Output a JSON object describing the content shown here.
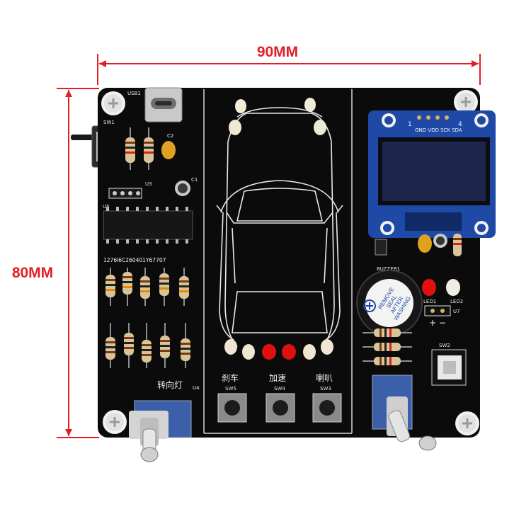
{
  "dimensions": {
    "width_label": "90MM",
    "height_label": "80MM"
  },
  "silkscreen": {
    "usb": "USB1",
    "sw1": "SW1",
    "c2": "C2",
    "u3": "U3",
    "c1": "C1",
    "u5": "U5",
    "chip_code": "1276I6C260401Y67707",
    "turn_signal": "转向灯",
    "u4": "U4",
    "brake": "刹车",
    "accelerate": "加速",
    "horn": "喇叭",
    "sw5": "SW5",
    "sw4": "SW4",
    "sw3": "SW3",
    "oled_pin1": "1",
    "oled_pin4": "4",
    "oled_pins": "GND VDD SCK SDA",
    "buzzer": "BUZZER1",
    "buzzer_sticker": [
      "REMOVE",
      "SEAL",
      "AFTER",
      "WASHING"
    ],
    "led1": "LED1",
    "led2": "LED2",
    "u7": "U7",
    "polarity": "+ −",
    "sw2": "SW2"
  },
  "colors": {
    "pcb": "#0b0b0b",
    "dimension": "#e41e26",
    "oled_blue": "#1f49a6",
    "led_red": "#e01010"
  }
}
